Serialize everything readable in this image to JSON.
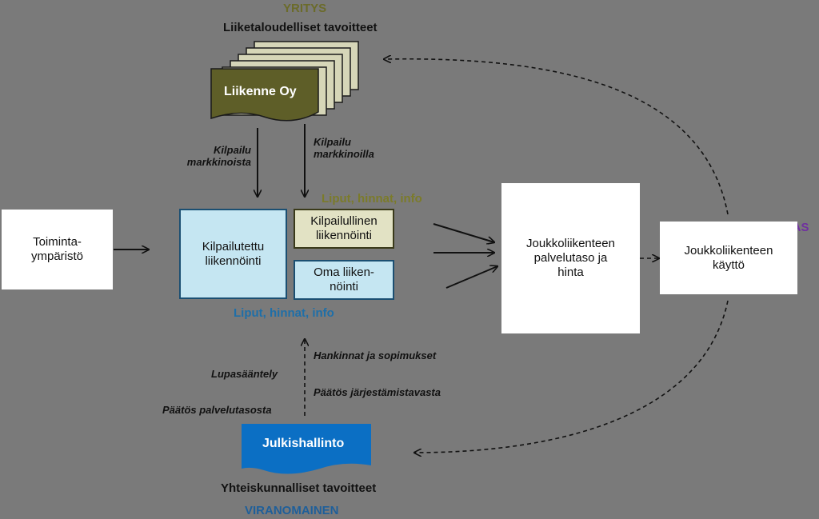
{
  "roles": {
    "company": "YRITYS",
    "customer": "ASIAKAS",
    "authority": "VIRANOMAINEN"
  },
  "company": {
    "goals": "Liiketaloudelliset tavoitteet",
    "name": "Liikenne Oy"
  },
  "authority": {
    "name": "Julkishallinto",
    "goals": "Yhteiskunnalliset tavoitteet"
  },
  "boxes": {
    "environment": "Toiminta-\nympäristö",
    "tendered": "Kilpailutettu\nliikennöinti",
    "competitive": "Kilpailullinen\nliikennöinti",
    "own": "Oma liiken-\nnöinti",
    "service": "Joukkoliikenteen\npalvelutaso ja\nhinta",
    "usage": "Joukkoliikenteen\nkäyttö"
  },
  "annotations": {
    "competition_left": "Kilpailu\nmarkkinoista",
    "competition_right": "Kilpailu\nmarkkinoilla",
    "tickets_top": "Liput, hinnat, info",
    "tickets_bottom": "Liput, hinnat, info",
    "licensing": "Lupasääntely",
    "service_decision": "Päätös palvelutasosta",
    "procurement": "Hankinnat ja sopimukset",
    "organizer_decision": "Päätös järjestämistavasta"
  },
  "colors": {
    "background": "#7a7a7a",
    "company_role": "#6b6b2a",
    "company_box": "#5e5e28",
    "company_tab": "#d6d6b8",
    "customer_role": "#7030a0",
    "authority_role": "#1f5f9a",
    "authority_box": "#0b6fc4",
    "tickets_top": "#7b7b2a",
    "tickets_bottom": "#1f6fa8",
    "tendered_box": "#c5e6f2",
    "competitive_box": "#e2e2c4",
    "own_box": "#c5e6f2"
  }
}
